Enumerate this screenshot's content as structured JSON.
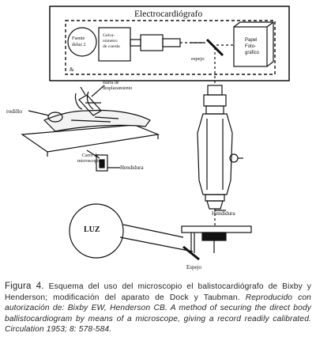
{
  "figure": {
    "title": "Electrocardiógrafo",
    "fuente_label_1": "Fuente",
    "fuente_label_2": "deluz 2",
    "galvanometro_label_1": "Galva-",
    "galvanometro_label_2": "nómetro",
    "galvanometro_label_3": "de cuerda",
    "papel_label_1": "Papel",
    "papel_label_2": "Foto-",
    "papel_label_3": "gráfico",
    "espejo_top_label": "espejo",
    "small_mark": "&",
    "rodillo_label": "rodillo",
    "barra_label_1": "Barra de",
    "barra_label_2": "desplazamiento",
    "carro_label_1": "Carro de",
    "carro_label_2": "microscopio",
    "hendidura_left_label": "Hendidura",
    "hendidura_right_label": "Hendidura",
    "luz_label": "LUZ",
    "espejo_bottom_label": "Espejo"
  },
  "caption": {
    "figure_label": "Figura 4.",
    "text_plain": " Esquema del uso del microscopio el balistocardiógrafo de Bixby y Henderson; modificación del aparato de Dock y Taubman. ",
    "text_italic": "Reproducido con autorización de: Bixby EW, Henderson CB. A method of securing the direct body ballistocardiogram by means of a microscope, giving a record readily calibrated. Circulation 1953; 8: 578-584."
  }
}
